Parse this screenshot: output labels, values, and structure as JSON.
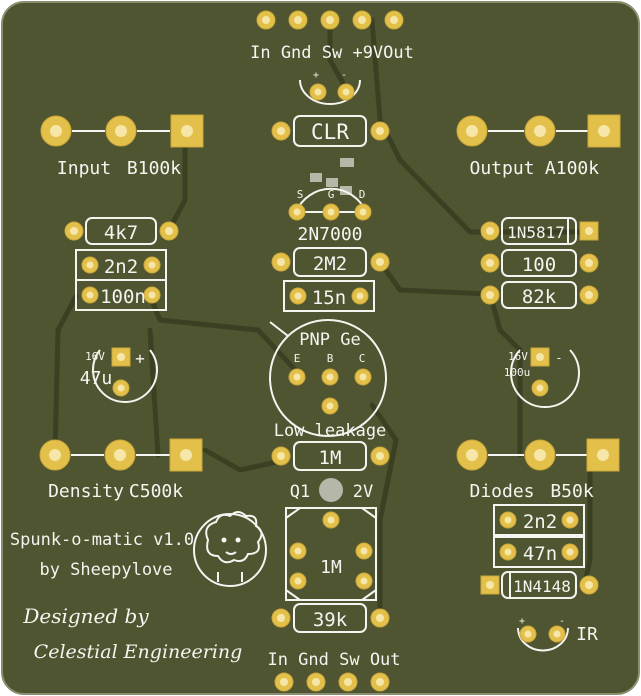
{
  "board": {
    "bg_color": "#4f5530",
    "trace_color": "#3a4022",
    "silk_color": "#f4f4f0",
    "pad_color": "#e2c04a",
    "pad_hole_color": "#f6e7a8"
  },
  "labels": {
    "top_header": "In Gnd Sw +9VOut",
    "clr": "CLR",
    "input": "Input",
    "b100k": "B100k",
    "output": "Output",
    "a100k": "A100k",
    "jfet_pins": [
      "S",
      "G",
      "D"
    ],
    "jfet_name": "2N7000",
    "r_4k7": "4k7",
    "c_2n2_left": "2n2",
    "c_100n": "100n",
    "r_2m2": "2M2",
    "c_15n": "15n",
    "d_1n5817": "1N5817",
    "r_100": "100",
    "r_82k": "82k",
    "cap_left_voltage": "16V",
    "cap_left_value": "47u",
    "cap_right_voltage": "16V",
    "cap_right_value": "100u",
    "transistor_label": "PNP Ge",
    "transistor_pins": [
      "E",
      "B",
      "C"
    ],
    "low_leakage": "Low leakage",
    "r_1m_top": "1M",
    "q1": "Q1",
    "v2": "2V",
    "trim_1m": "1M",
    "density": "Density",
    "c500k": "C500k",
    "diodes": "Diodes",
    "b50k": "B50k",
    "c_2n2_right": "2n2",
    "c_47n": "47n",
    "d_1n4148": "1N4148",
    "ir": "IR",
    "r_39k": "39k",
    "bottom_header": "In Gnd Sw Out",
    "title_line1": "Spunk-o-matic v1.0",
    "title_line2": "by Sheepylove",
    "designed_by": "Designed by",
    "celestial": "Celestial Engineering",
    "plus": "+",
    "minus": "-"
  }
}
